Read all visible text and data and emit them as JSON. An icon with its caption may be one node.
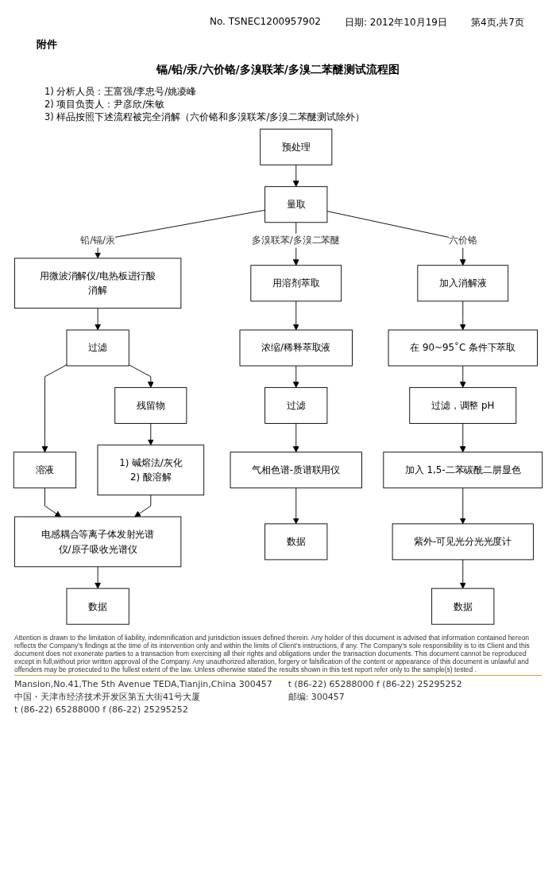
{
  "diagram": {
    "title": "镉/铅/汞/六价铬/多溴联苯/多溴二苯醚测试流程图",
    "nodes": [
      {
        "text": [
          "预处理"
        ]
      },
      {
        "text": [
          "量取"
        ]
      },
      {
        "text": [
          "用微波消解仪/电热板进行酸消解"
        ]
      },
      {
        "text": [
          "过滤"
        ]
      },
      {
        "text": [
          "溶液"
        ]
      },
      {
        "text": [
          "残留物"
        ]
      },
      {
        "text": [
          "1) 碱熔法/灰化",
          "2) 酸溶解"
        ]
      },
      {
        "text": [
          "电感耦合等离子体发射光谱仪/原子吸收光谱仪"
        ]
      },
      {
        "text": [
          "数据"
        ]
      },
      {
        "text": [
          "用溶剂萃取"
        ]
      },
      {
        "text": [
          "浓缩/稀释萃取液"
        ]
      },
      {
        "text": [
          "过滤"
        ]
      },
      {
        "text": [
          "气相色谱-质谱联用仪"
        ]
      },
      {
        "text": [
          "数据"
        ]
      },
      {
        "text": [
          "加入消解液"
        ]
      },
      {
        "text": [
          "在 90~95˚C 条件下萃取"
        ]
      },
      {
        "text": [
          "过滤，调整 pH"
        ]
      },
      {
        "text": [
          "加入 1,5-二苯碳酰二肼显色"
        ]
      },
      {
        "text": [
          "紫外-可见光分光光度计"
        ]
      },
      {
        "text": [
          "数据"
        ]
      }
    ],
    "edges": [
      {
        "from": 0,
        "to": 1,
        "arrow": "to"
      },
      {
        "from": 1,
        "to": 2,
        "arrow": "to",
        "label": "铅/镉/汞"
      },
      {
        "from": 1,
        "to": 9,
        "arrow": "to",
        "label": "多溴联苯/多溴二苯醚"
      },
      {
        "from": 1,
        "to": 14,
        "arrow": "to",
        "label": "六价铬"
      },
      {
        "from": 2,
        "to": 3,
        "arrow": "to"
      },
      {
        "from": 3,
        "to": 4,
        "arrow": "to"
      },
      {
        "from": 3,
        "to": 5,
        "arrow": "to"
      },
      {
        "from": 5,
        "to": 6,
        "arrow": "to"
      },
      {
        "from": 4,
        "to": 7,
        "arrow": "to"
      },
      {
        "from": 6,
        "to": 7,
        "arrow": "to"
      },
      {
        "from": 7,
        "to": 8,
        "arrow": "to"
      },
      {
        "from": 9,
        "to": 10,
        "arrow": "to"
      },
      {
        "from": 10,
        "to": 11,
        "arrow": "to"
      },
      {
        "from": 11,
        "to": 12,
        "arrow": "to"
      },
      {
        "from": 12,
        "to": 13,
        "arrow": "to"
      },
      {
        "from": 14,
        "to": 15,
        "arrow": "to"
      },
      {
        "from": 15,
        "to": 16,
        "arrow": "to"
      },
      {
        "from": 16,
        "to": 17,
        "arrow": "to"
      },
      {
        "from": 17,
        "to": 18,
        "arrow": "to"
      },
      {
        "from": 18,
        "to": 19,
        "arrow": "to"
      }
    ],
    "labels": [
      "No. TSNEC1200957902",
      "日期: 2012年10月19日",
      "第4页,共7页",
      "附件",
      "1) 分析人员：王富强/李忠号/姚凌峰",
      "2) 项目负责人：尹彦欣/朱敏",
      "3) 样品按照下述流程被完全消解（六价铬和多溴联苯/多溴二苯醚测试除外）",
      "Attention is drawn to the limitation of liability, indemnification and jurisdiction issues defined therein. Any holder of this document is advised that information contained hereon reflects the Company’s findings at the time of its intervention only and within the limits of Client’s instructions, if any. The Company’s sole responsibility is to its Client and this document does not exonerate parties to a transaction from exercising all their rights and obligations under the transaction documents. This document cannot be reproduced except in full,without prior written approval of the Company. Any unauthorized alteration, forgery or falsification of the content or appearance of this document is unlawful and offenders may be prosecuted to the fullest extent of the law. Unless otherwise stated the results shown in this test report refer only to the sample(s) tested .",
      "Mansion,No.41,The 5th Avenue TEDA,Tianjin,China 300457",
      "t (86-22) 65288000 f (86-22) 25295252",
      "中国・天津市经济技术开发区第五大街41号大厦",
      "邮编: 300457",
      "t (86-22) 65288000 f (86-22) 25295252"
    ]
  }
}
